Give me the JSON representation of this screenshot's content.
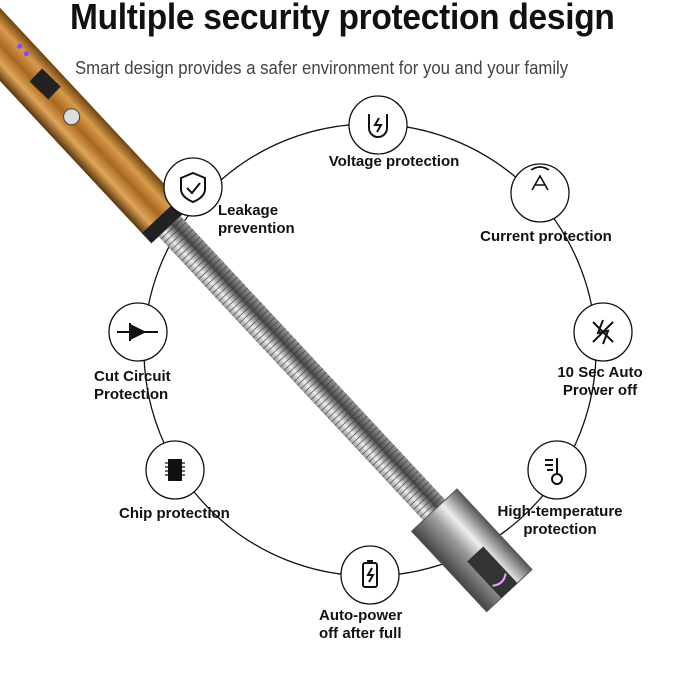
{
  "header": {
    "title": "Multiple security protection design",
    "subtitle": "Smart design provides a safer environment for you and your family"
  },
  "features": [
    {
      "icon": "voltage-icon",
      "label_lines": [
        "Voltage protection"
      ]
    },
    {
      "icon": "current-icon",
      "label_lines": [
        "Current protection"
      ]
    },
    {
      "icon": "auto-off-icon",
      "label_lines": [
        "10 Sec Auto",
        "Prower off"
      ]
    },
    {
      "icon": "thermometer-icon",
      "label_lines": [
        "High-temperature",
        "protection"
      ]
    },
    {
      "icon": "battery-icon",
      "label_lines": [
        "Auto-power",
        "off after full"
      ]
    },
    {
      "icon": "chip-icon",
      "label_lines": [
        "Chip protection"
      ]
    },
    {
      "icon": "diode-icon",
      "label_lines": [
        "Cut Circuit",
        "Protection"
      ]
    },
    {
      "icon": "shield-check-icon",
      "label_lines": [
        "Leakage",
        "prevention"
      ]
    }
  ],
  "colors": {
    "body": "#b5772a",
    "metal": "#a9a9a9",
    "arc": "#f0a0ff",
    "led": "#7a4dff"
  }
}
